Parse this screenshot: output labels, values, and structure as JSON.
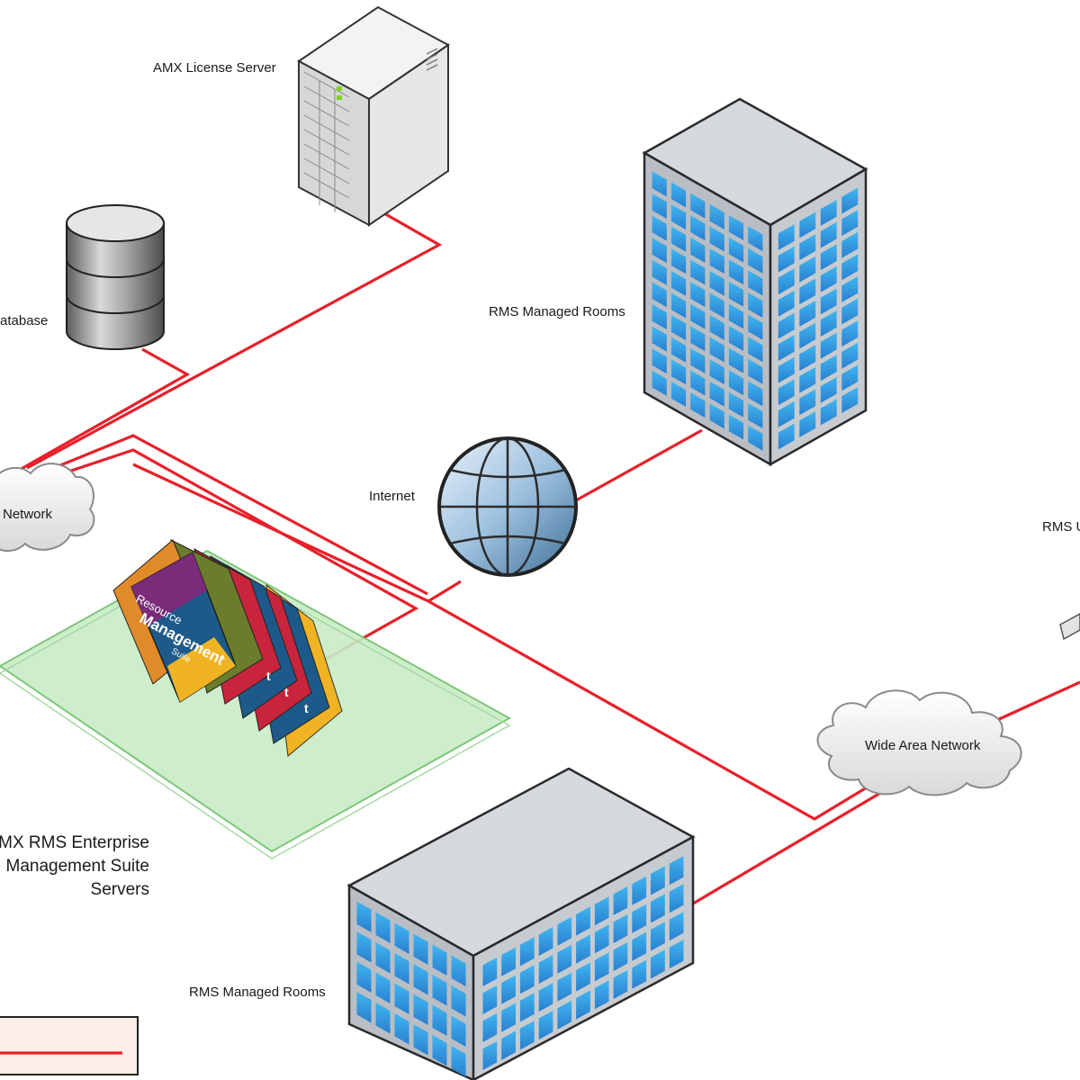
{
  "labels": {
    "license_server": "AMX License Server",
    "database": "atabase",
    "managed_rooms_top": "RMS Managed Rooms",
    "internet": "Internet",
    "network_left": "Network",
    "wan": "Wide Area Network",
    "rms_right": "RMS U",
    "servers_line1": "MX RMS Enterprise",
    "servers_line2": "Management Suite",
    "servers_line3": "Servers",
    "managed_rooms_bottom": "RMS Managed Rooms"
  },
  "product_box": {
    "line1": "Resource",
    "line2": "Management",
    "line3": "Suite",
    "partial": "t"
  },
  "colors": {
    "connection": "#e8202a",
    "building_glass": "#2e9fe6",
    "building_frame": "#b9bec4",
    "platform": "#c9ecc6",
    "legend_fill": "#fbeee6"
  }
}
